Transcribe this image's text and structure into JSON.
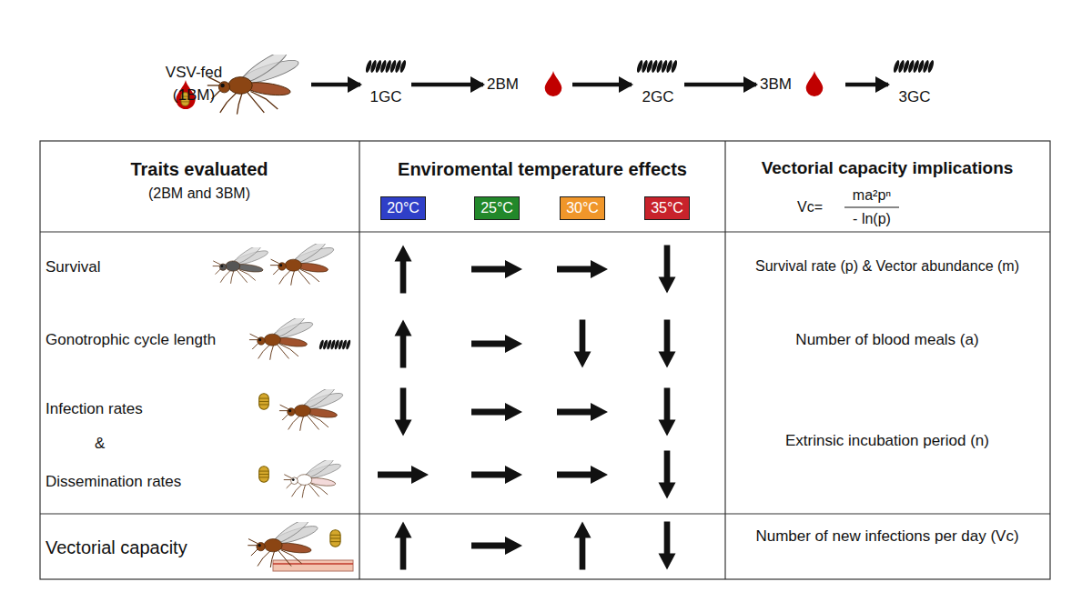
{
  "diagram": {
    "nodes": [
      {
        "text": [
          "VSV-fed (1BM)"
        ]
      },
      {
        "text": [
          "1GC"
        ]
      },
      {
        "text": [
          "2BM"
        ]
      },
      {
        "text": [
          "2GC"
        ]
      },
      {
        "text": [
          "3BM"
        ]
      },
      {
        "text": [
          "3GC"
        ]
      },
      {
        "text": [
          "20°C"
        ]
      },
      {
        "text": [
          "25°C"
        ]
      },
      {
        "text": [
          "30°C"
        ]
      },
      {
        "text": [
          "35°C"
        ]
      }
    ],
    "edges": [
      {
        "from": 0,
        "to": 1,
        "arrow": "to"
      },
      {
        "from": 1,
        "to": 2,
        "arrow": "to"
      },
      {
        "from": 2,
        "to": 3,
        "arrow": "to"
      },
      {
        "from": 3,
        "to": 4,
        "arrow": "to"
      },
      {
        "from": 4,
        "to": 5,
        "arrow": "to"
      }
    ],
    "labels": [
      "Traits evaluated",
      "(2BM and 3BM)",
      "Enviromental temperature effects",
      "Vectorial capacity implications",
      "Vc=",
      "ma²pⁿ",
      "- ln(p)",
      "Survival",
      "Gonotrophic cycle length",
      "Infection rates",
      "&",
      "Dissemination rates",
      "Vectorial capacity",
      "Survival rate (p) & Vector abundance (m)",
      "Number of blood meals (a)",
      "Extrinsic incubation period (n)",
      "Number of new infections per day (Vc)"
    ]
  }
}
